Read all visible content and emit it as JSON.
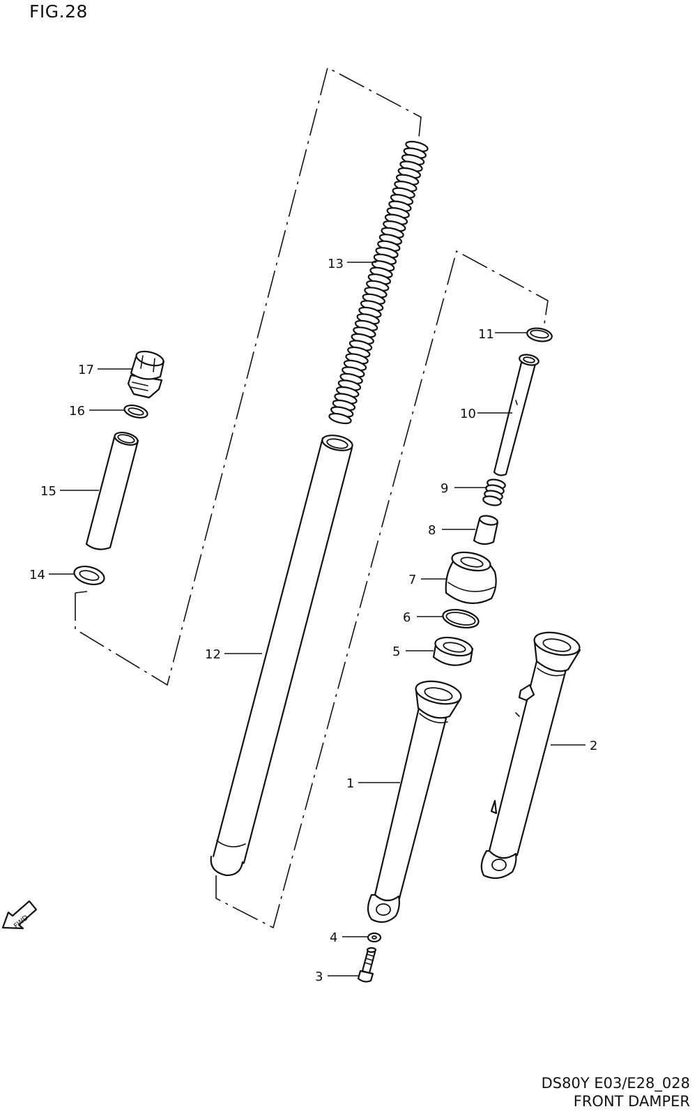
{
  "figure": {
    "title": "FIG.28",
    "code": "DS80Y E03/E28_028",
    "name": "FRONT DAMPER"
  },
  "fwd_label": "FWD",
  "callouts": [
    {
      "id": "1",
      "label": "1"
    },
    {
      "id": "2",
      "label": "2"
    },
    {
      "id": "3",
      "label": "3"
    },
    {
      "id": "4",
      "label": "4"
    },
    {
      "id": "5",
      "label": "5"
    },
    {
      "id": "6",
      "label": "6"
    },
    {
      "id": "7",
      "label": "7"
    },
    {
      "id": "8",
      "label": "8"
    },
    {
      "id": "9",
      "label": "9"
    },
    {
      "id": "10",
      "label": "10"
    },
    {
      "id": "11",
      "label": "11"
    },
    {
      "id": "12",
      "label": "12"
    },
    {
      "id": "13",
      "label": "13"
    },
    {
      "id": "14",
      "label": "14"
    },
    {
      "id": "15",
      "label": "15"
    },
    {
      "id": "16",
      "label": "16"
    },
    {
      "id": "17",
      "label": "17"
    }
  ]
}
